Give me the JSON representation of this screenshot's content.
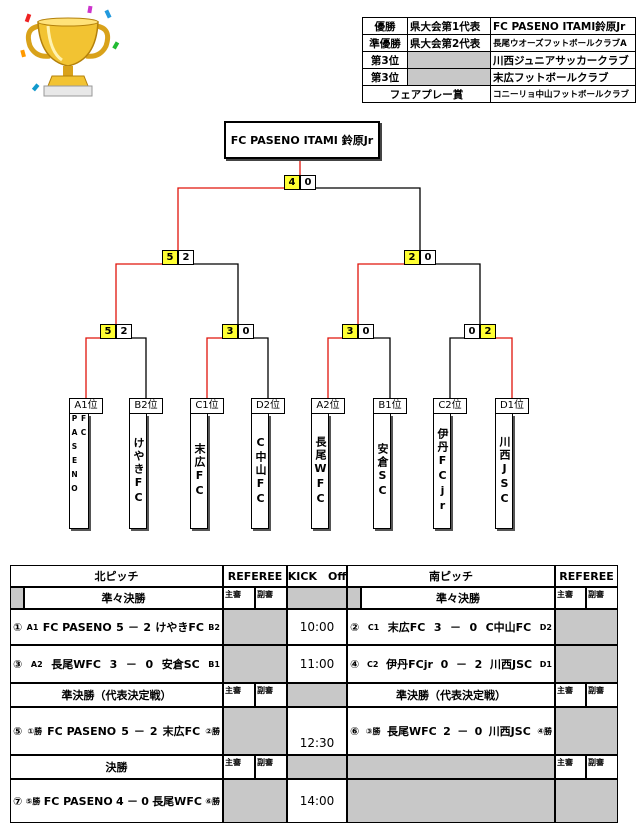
{
  "results": [
    {
      "label": "優勝",
      "rep": "県大会第1代表",
      "team": "FC PASENO ITAMI鈴原Jr"
    },
    {
      "label": "準優勝",
      "rep": "県大会第2代表",
      "team": "長尾ウオーズフットボールクラブA"
    },
    {
      "label": "第3位",
      "rep": "",
      "team": "川西ジュニアサッカークラブ"
    },
    {
      "label": "第3位",
      "rep": "",
      "team": "末広フットボールクラブ"
    },
    {
      "label": "フェアプレー賞",
      "team": "コニーリョ中山フットボールクラブ"
    }
  ],
  "bracket": {
    "champion": "FC PASENO ITAMI 鈴原Jr",
    "final": {
      "left": "4",
      "right": "0"
    },
    "semis": [
      {
        "left": "5",
        "right": "2"
      },
      {
        "left": "2",
        "right": "0"
      }
    ],
    "quarters": [
      {
        "left": "5",
        "right": "2"
      },
      {
        "left": "3",
        "right": "0"
      },
      {
        "left": "3",
        "right": "0"
      },
      {
        "left": "0",
        "right": "2"
      }
    ],
    "teams": [
      {
        "seed": "A1位",
        "name": "FC PASENO"
      },
      {
        "seed": "B2位",
        "name": "けやきFC"
      },
      {
        "seed": "C1位",
        "name": "末広FC"
      },
      {
        "seed": "D2位",
        "name": "C中山FC"
      },
      {
        "seed": "A2位",
        "name": "長尾WFC"
      },
      {
        "seed": "B1位",
        "name": "安倉SC"
      },
      {
        "seed": "C2位",
        "name": "伊丹FCjr"
      },
      {
        "seed": "D1位",
        "name": "川西JSC"
      }
    ]
  },
  "schedule": {
    "north": "北ピッチ",
    "south": "南ピッチ",
    "referee": "REFEREE",
    "kickoff": "KICK　Off",
    "main_ref": "主審",
    "sub_ref": "副審",
    "qf": "準々決勝",
    "sf": "準決勝（代表決定戦）",
    "final": "決勝",
    "matches": [
      {
        "no": "①",
        "s1": "A1",
        "t1": "FC PASENO",
        "g1": "5",
        "g2": "2",
        "t2": "けやきFC",
        "s2": "B2",
        "time": "10:00"
      },
      {
        "no": "②",
        "s1": "C1",
        "t1": "末広FC",
        "g1": "3",
        "g2": "0",
        "t2": "C中山FC",
        "s2": "D2"
      },
      {
        "no": "③",
        "s1": "A2",
        "t1": "長尾WFC",
        "g1": "3",
        "g2": "0",
        "t2": "安倉SC",
        "s2": "B1",
        "time": "11:00"
      },
      {
        "no": "④",
        "s1": "C2",
        "t1": "伊丹FCjr",
        "g1": "0",
        "g2": "2",
        "t2": "川西JSC",
        "s2": "D1"
      },
      {
        "no": "⑤",
        "s1": "①勝",
        "t1": "FC PASENO",
        "g1": "5",
        "g2": "2",
        "t2": "末広FC",
        "s2": "②勝",
        "time": "12:30"
      },
      {
        "no": "⑥",
        "s1": "③勝",
        "t1": "長尾WFC",
        "g1": "2",
        "g2": "0",
        "t2": "川西JSC",
        "s2": "④勝"
      },
      {
        "no": "⑦",
        "s1": "⑤勝",
        "t1": "FC PASENO",
        "g1": "4",
        "g2": "0",
        "t2": "長尾WFC",
        "s2": "⑥勝",
        "time": "14:00"
      }
    ],
    "dash": "－"
  },
  "colors": {
    "win_line": "#e0140a",
    "highlight": "#ffff33",
    "grey": "#c8c8c8"
  }
}
